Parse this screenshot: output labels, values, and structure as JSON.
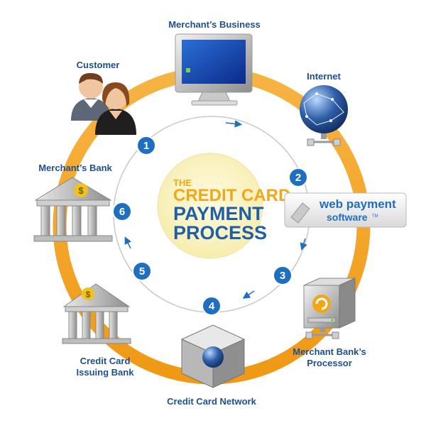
{
  "title": {
    "line1": "THE",
    "line2": "CREDIT CARD",
    "line3": "PAYMENT",
    "line4": "PROCESS"
  },
  "nodes": {
    "merchants_business": "Merchant’s Business",
    "customer": "Customer",
    "internet": "Internet",
    "merchants_bank": "Merchant’s Bank",
    "credit_card_issuing_bank_line1": "Credit Card",
    "credit_card_issuing_bank_line2": "Issuing Bank",
    "credit_card_network": "Credit Card Network",
    "merchant_bank_processor_line1": "Merchant Bank’s",
    "merchant_bank_processor_line2": "Processor"
  },
  "software_badge": {
    "line1": "web payment",
    "line2": "software",
    "tm": "TM"
  },
  "steps": [
    "1",
    "2",
    "3",
    "4",
    "5",
    "6"
  ],
  "colors": {
    "ring": "#f5a623",
    "step_badge": "#1f6fc1",
    "label": "#1f4f8f",
    "title_blue": "#1f5fa8",
    "title_yellow": "#f0a81a",
    "center_fill": "#fbf5c4"
  },
  "icons": {
    "customer": "people-icon",
    "merchants_business": "computer-monitor-icon",
    "internet": "globe-network-icon",
    "software": "web-payment-software-badge",
    "processor": "server-drive-icon",
    "network": "network-cube-icon",
    "issuing_bank": "bank-building-icon",
    "merchants_bank": "bank-building-icon"
  }
}
